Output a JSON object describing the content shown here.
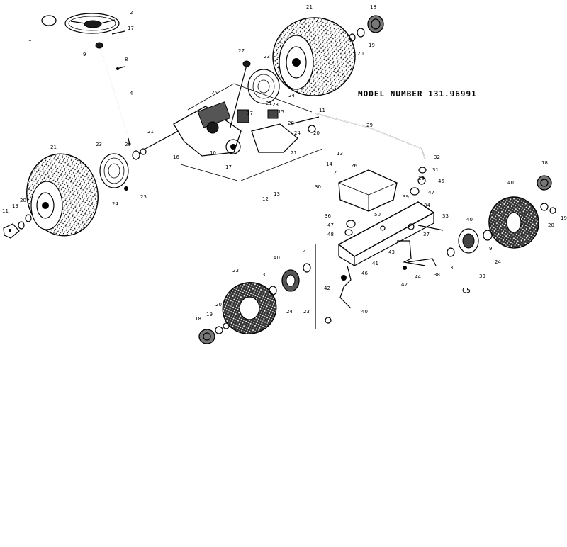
{
  "diagram": {
    "model_number": "MODEL NUMBER 131.96991",
    "section_code": "C5",
    "callouts": {
      "c1": "1",
      "c2": "2",
      "c17a": "17",
      "c9a": "9",
      "c8": "8",
      "c4": "4",
      "c21a": "21",
      "c18a": "18",
      "c19a": "19",
      "c20a": "20",
      "c27": "27",
      "c23a": "23",
      "c24a": "24",
      "c21b": "21",
      "c25": "25",
      "c11": "11",
      "c29": "29",
      "c20b": "20",
      "c28": "28",
      "c21c": "21",
      "c23b": "23",
      "c20c": "20",
      "c10": "10",
      "c17b": "17",
      "c16": "16",
      "c13": "13",
      "c21d": "21",
      "c23c": "23",
      "c24b": "24",
      "c23d": "23",
      "c14": "14",
      "c15": "15",
      "c17c": "17",
      "c18b": "18",
      "c12a": "12",
      "c12b": "12",
      "c13b": "13",
      "c26": "26",
      "c30": "30",
      "c32": "32",
      "c31": "31",
      "c45": "45",
      "c47a": "47",
      "c48": "48",
      "c39": "39",
      "c36": "36",
      "c33a": "33",
      "c37": "37",
      "c34": "34",
      "c47b": "47",
      "c40a": "40",
      "c40b": "40",
      "c3a": "3",
      "c2b": "2",
      "c9b": "9",
      "c24c": "24",
      "c33b": "33",
      "c38": "38",
      "c44": "44",
      "c41": "41",
      "c42a": "42",
      "c43": "43",
      "c42b": "42",
      "c46": "46",
      "c50": "50",
      "c40c": "40",
      "c3b": "3",
      "c24d": "24",
      "c23e": "23",
      "c18c": "18",
      "c19b": "19",
      "c20d": "20",
      "c40d": "40",
      "c18d": "18",
      "c19c": "19",
      "c20e": "20",
      "c21e": "21",
      "c24e": "24",
      "c23f": "23",
      "c11b": "11",
      "c19d": "19",
      "c20f": "20"
    }
  }
}
